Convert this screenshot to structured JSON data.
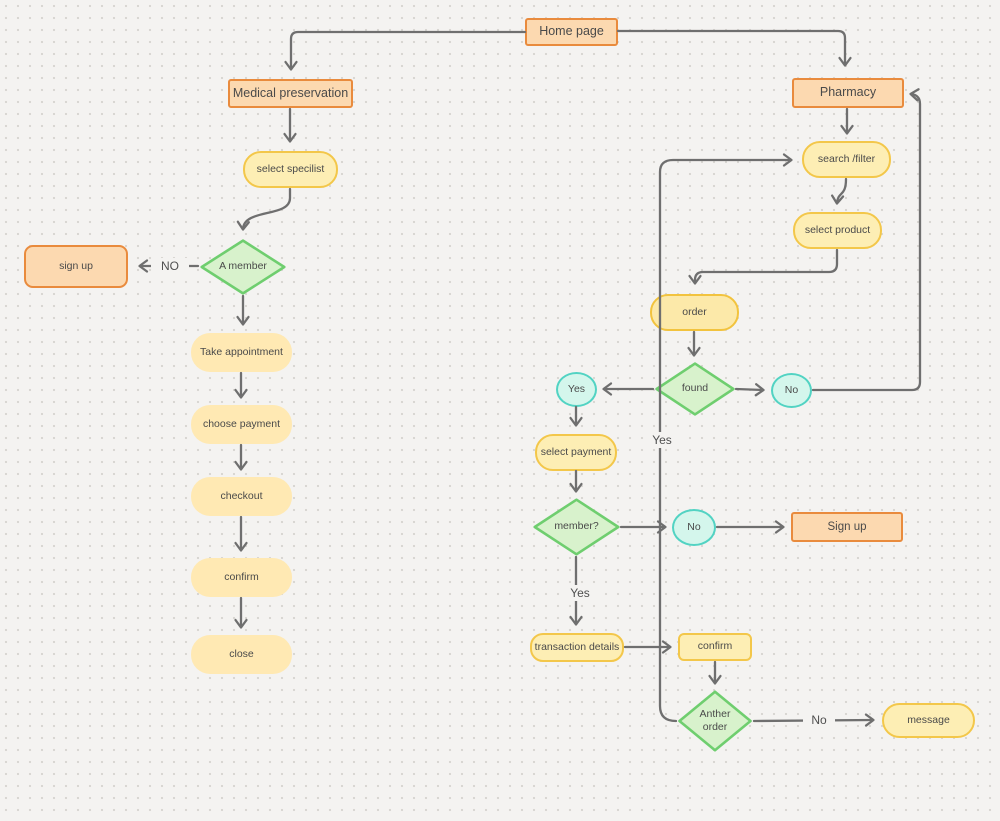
{
  "title": "Flowchart whiteboard",
  "colors": {
    "background": "#f4f3f1",
    "dot_grid": "#d7d5d1",
    "orange_fill": "#fcd9b0",
    "orange_border": "#e98b3d",
    "yellow_fill": "#fdeeb4",
    "yellow_border": "#f3c74a",
    "yellow_plain_fill": "#ffe9b3",
    "green_fill": "#d8f2cc",
    "green_border": "#6fce6f",
    "cyan_fill": "#d4f6ec",
    "cyan_border": "#52d3c3",
    "connector": "#6f6f6f"
  },
  "nodes": {
    "home_page": "Home page",
    "medical_preservation": "Medical preservation",
    "pharmacy": "Pharmacy",
    "select_specilist": "select specilist",
    "a_member": "A member",
    "sign_up_left": "sign up",
    "take_appointment": "Take appointment",
    "choose_payment": "choose payment",
    "checkout": "checkout",
    "confirm_left": "confirm",
    "close": "close",
    "search_filter": "search /filter",
    "select_product": "select product",
    "order": "order",
    "found": "found",
    "yes_found": "Yes",
    "no_found": "No",
    "select_payment": "select payment",
    "member_q": "member?",
    "no_member": "No",
    "sign_up_right": "Sign up",
    "transaction_details": "transaction details",
    "confirm_right": "confirm",
    "anther_order_line1": "Anther",
    "anther_order_line2": "order",
    "message": "message"
  },
  "edge_labels": {
    "no_a_member": "NO",
    "yes_loop": "Yes",
    "yes_member": "Yes",
    "no_anther": "No"
  }
}
